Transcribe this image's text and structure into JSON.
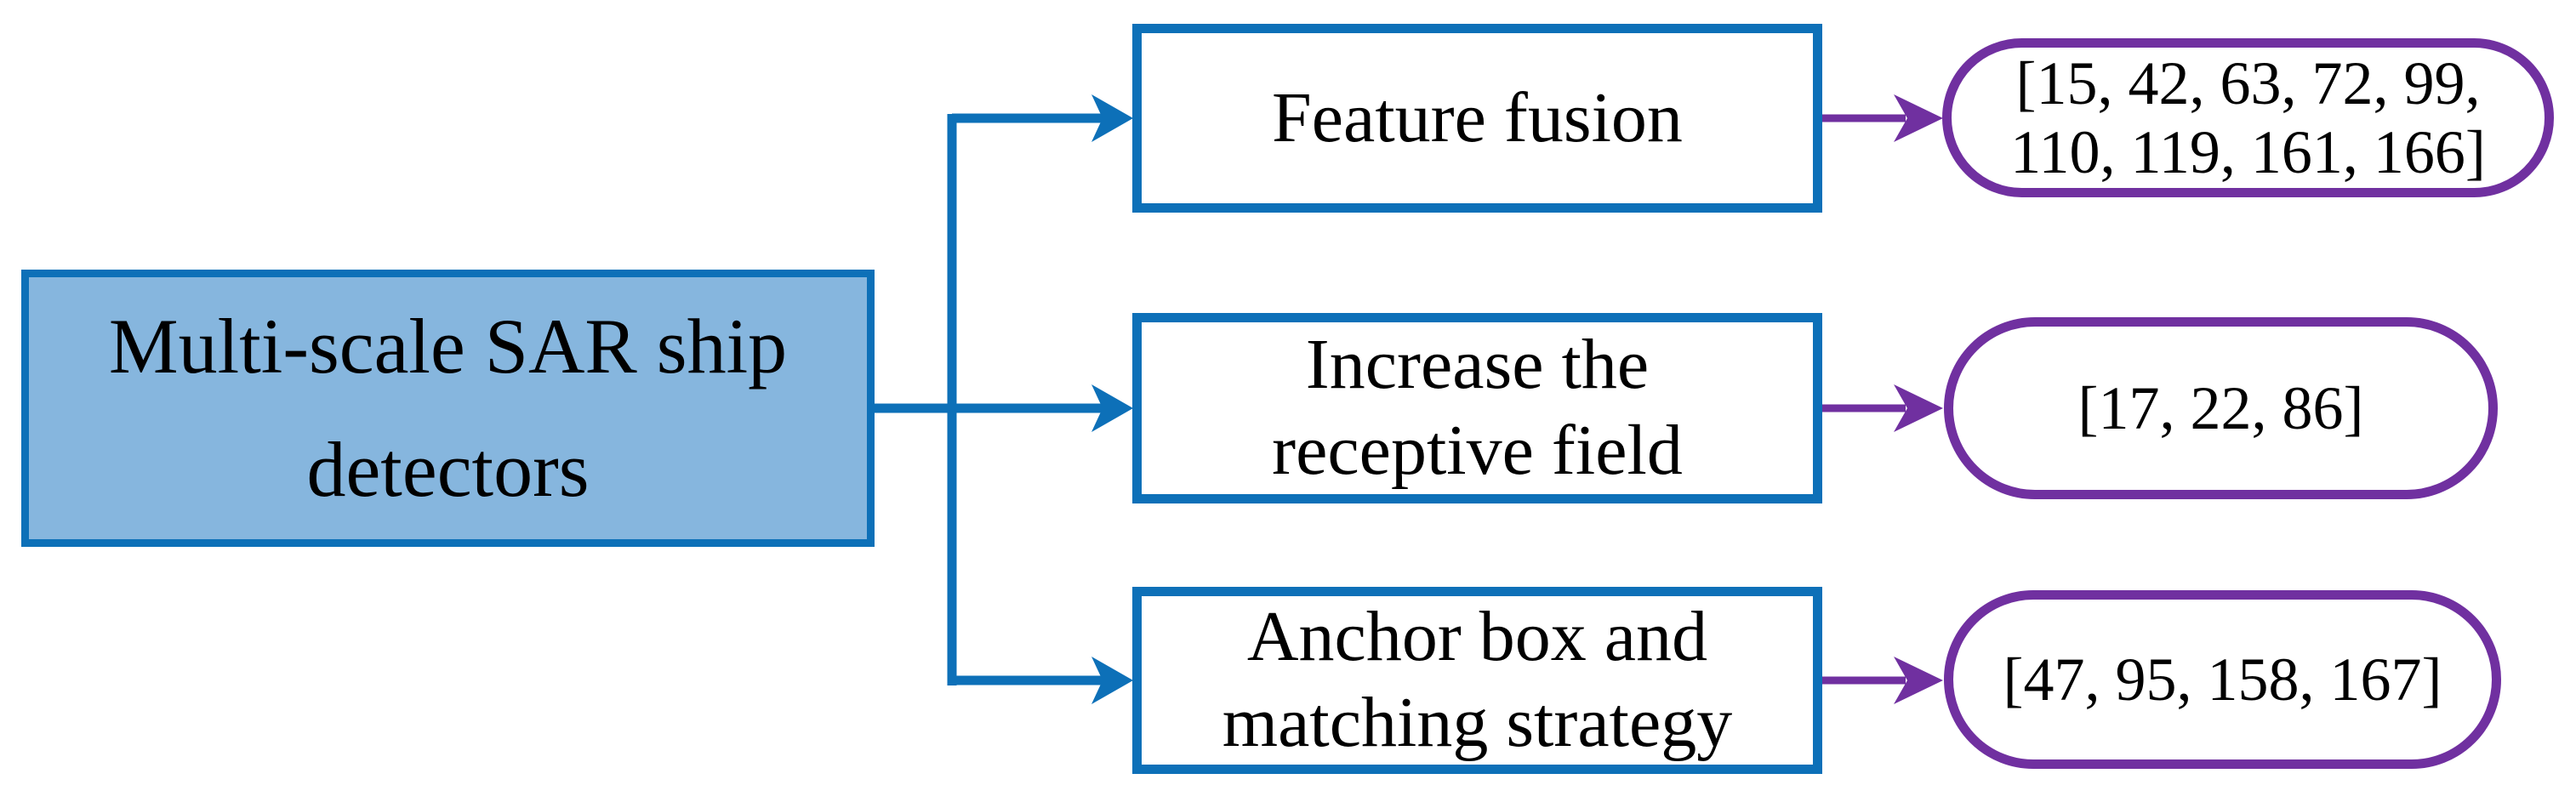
{
  "colors": {
    "blue": "#0d70b8",
    "purple": "#7030a0",
    "root_fill": "#86b6de",
    "box_fill": "#ffffff",
    "text": "#000000",
    "background": "#ffffff"
  },
  "root": {
    "label": "Multi-scale SAR ship detectors",
    "lines": [
      "Multi-scale SAR ship",
      "detectors"
    ]
  },
  "branches": [
    {
      "category": "Feature fusion",
      "category_lines": [
        "Feature fusion",
        ""
      ],
      "references": "[15, 42, 63, 72, 99, 110, 119, 161, 166]",
      "reference_lines": [
        "[15, 42, 63, 72, 99,",
        "110, 119, 161, 166]"
      ]
    },
    {
      "category": "Increase the receptive field",
      "category_lines": [
        "Increase the",
        "receptive field"
      ],
      "references": "[17, 22, 86]",
      "reference_lines": [
        "[17, 22, 86]",
        ""
      ]
    },
    {
      "category": "Anchor box and matching strategy",
      "category_lines": [
        "Anchor box and",
        "matching strategy"
      ],
      "references": "[47, 95, 158, 167]",
      "reference_lines": [
        "[47, 95, 158, 167]",
        ""
      ]
    }
  ]
}
